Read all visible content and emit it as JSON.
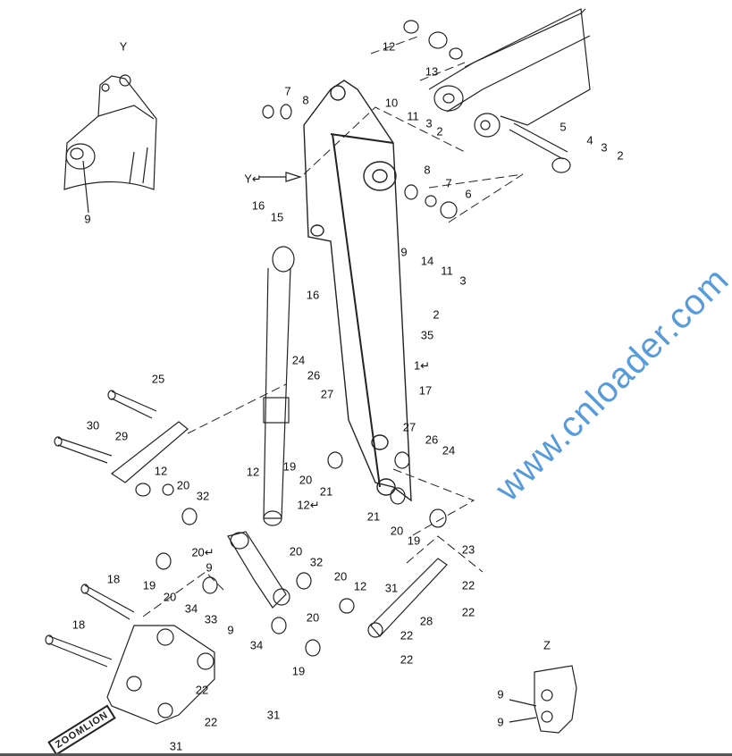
{
  "diagram": {
    "view_labels": {
      "view_y": "Y",
      "view_z": "Z",
      "arrow_y": "Y↵"
    },
    "callouts": [
      "9",
      "7",
      "8",
      "10",
      "11",
      "3",
      "2",
      "12",
      "13",
      "5",
      "4",
      "3",
      "2",
      "8",
      "7",
      "6",
      "9",
      "16",
      "15",
      "16",
      "14",
      "11",
      "3",
      "2",
      "35",
      "1↵",
      "17",
      "24",
      "26",
      "27",
      "25",
      "30",
      "29",
      "19",
      "20",
      "21",
      "27",
      "26",
      "24",
      "12",
      "20",
      "32",
      "12",
      "12↵",
      "21",
      "20",
      "19",
      "20↵",
      "9",
      "20",
      "32",
      "20",
      "12",
      "31",
      "23",
      "22",
      "22",
      "28",
      "19",
      "20",
      "34",
      "33",
      "9",
      "34",
      "20",
      "19",
      "22",
      "22",
      "18",
      "18",
      "22",
      "22",
      "31",
      "31",
      "9",
      "9"
    ],
    "watermark": "www.cnloader.com",
    "logo": "ZOOMLION"
  }
}
